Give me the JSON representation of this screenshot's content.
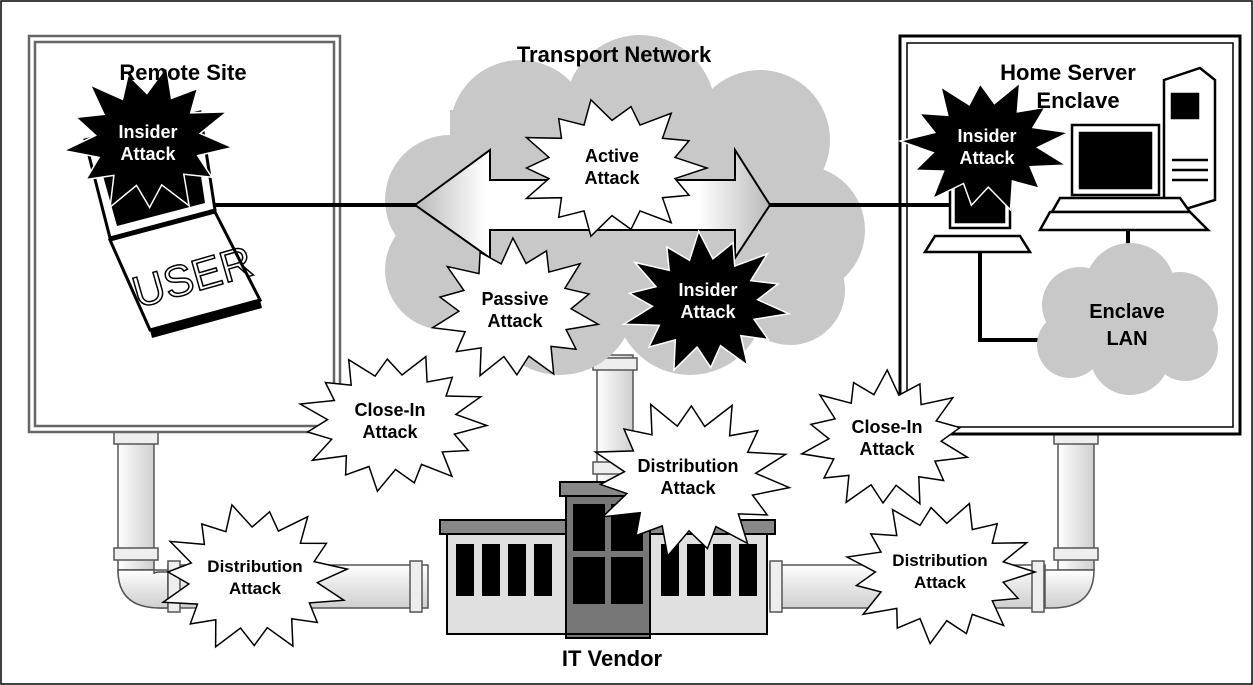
{
  "titles": {
    "remote_site": "Remote Site",
    "transport_network": "Transport Network",
    "home_server_line1": "Home Server",
    "home_server_line2": "Enclave",
    "it_vendor": "IT Vendor",
    "enclave_lan_line1": "Enclave",
    "enclave_lan_line2": "LAN",
    "user": "USER"
  },
  "attacks": {
    "insider_remote": [
      "Insider",
      "Attack"
    ],
    "active": [
      "Active",
      "Attack"
    ],
    "insider_home": [
      "Insider",
      "Attack"
    ],
    "passive": [
      "Passive",
      "Attack"
    ],
    "insider_transport": [
      "Insider",
      "Attack"
    ],
    "close_in_left": [
      "Close-In",
      "Attack"
    ],
    "close_in_right": [
      "Close-In",
      "Attack"
    ],
    "distribution_center": [
      "Distribution",
      "Attack"
    ],
    "distribution_left": [
      "Distribution",
      "Attack"
    ],
    "distribution_right": [
      "Distribution",
      "Attack"
    ]
  },
  "colors": {
    "cloud": "#c8c8c8",
    "pipe": "#e4e4e4",
    "building": "#d9d9d9",
    "tower": "#777777"
  }
}
